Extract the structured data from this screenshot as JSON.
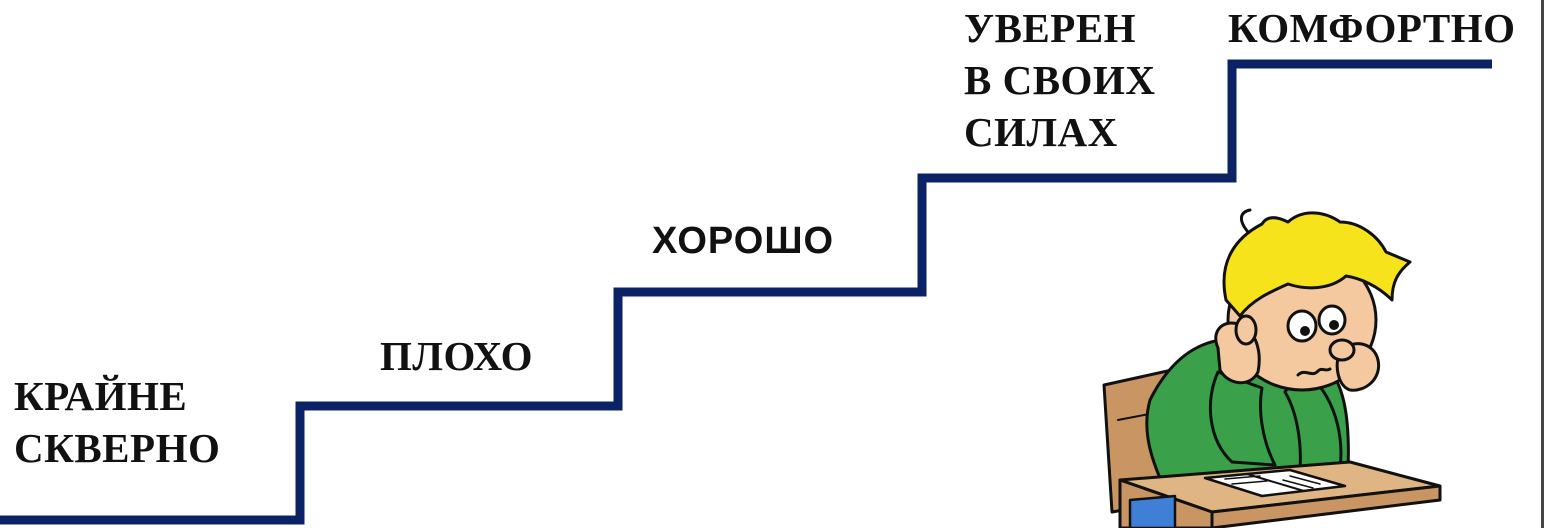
{
  "steps": [
    {
      "lines": [
        "КРАЙНЕ",
        "СКВЕРНО"
      ]
    },
    {
      "lines": [
        "ПЛОХО"
      ]
    },
    {
      "lines": [
        "ХОРОШО"
      ]
    },
    {
      "lines": [
        "УВЕРЕН",
        "В СВОИХ",
        "СИЛАХ"
      ]
    },
    {
      "lines": [
        "КОМФОРТНО"
      ]
    }
  ],
  "colors": {
    "staircase": "#0b2366",
    "text": "#111111",
    "hair": "#f7e31b",
    "shirt": "#3aa04a",
    "desk": "#e0b584",
    "chair": "#c99563",
    "skin": "#f5c9a0"
  },
  "illustration": {
    "subject": "cartoon boy sitting at a school desk, resting his head on his hands",
    "icon": "thinking-student-icon"
  }
}
